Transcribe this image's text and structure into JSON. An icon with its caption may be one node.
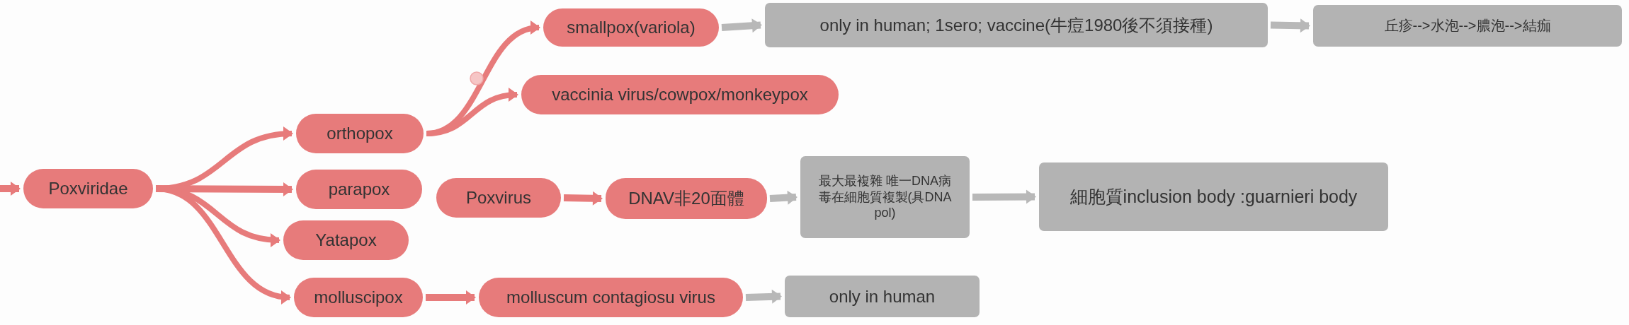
{
  "diagram": {
    "nodes": [
      {
        "text": [
          "Poxviridae"
        ]
      },
      {
        "text": [
          "orthopox"
        ]
      },
      {
        "text": [
          "parapox"
        ]
      },
      {
        "text": [
          "Yatapox"
        ]
      },
      {
        "text": [
          "molluscipox"
        ]
      },
      {
        "text": [
          "smallpox(variola)"
        ]
      },
      {
        "text": [
          "vaccinia virus/cowpox/monkeypox"
        ]
      },
      {
        "text": [
          "only in human; 1sero; vaccine(牛痘1980後不須接種)"
        ]
      },
      {
        "text": [
          "丘疹-->水泡-->膿泡-->結痂"
        ]
      },
      {
        "text": [
          "Poxvirus"
        ]
      },
      {
        "text": [
          "DNAV非20面體"
        ]
      },
      {
        "text": [
          "最大最複雜 唯一DNA病毒在細胞質複製(具DNA pol)"
        ]
      },
      {
        "text": [
          "細胞質inclusion body :guarnieri body"
        ]
      },
      {
        "text": [
          "molluscum contagiosu virus"
        ]
      },
      {
        "text": [
          "only in human"
        ]
      }
    ],
    "edges": [
      {
        "from": null,
        "to": 0,
        "arrow": "to"
      },
      {
        "from": 0,
        "to": 1,
        "arrow": "to"
      },
      {
        "from": 0,
        "to": 2,
        "arrow": "to"
      },
      {
        "from": 0,
        "to": 3,
        "arrow": "to"
      },
      {
        "from": 0,
        "to": 4,
        "arrow": "to"
      },
      {
        "from": 1,
        "to": 5,
        "arrow": "to"
      },
      {
        "from": 1,
        "to": 6,
        "arrow": "to"
      },
      {
        "from": 5,
        "to": 7,
        "arrow": "to",
        "color": "#b8b8b8"
      },
      {
        "from": 7,
        "to": 8,
        "arrow": "to",
        "color": "#b8b8b8"
      },
      {
        "from": 9,
        "to": 10,
        "arrow": "to"
      },
      {
        "from": 10,
        "to": 11,
        "arrow": "to",
        "color": "#b8b8b8"
      },
      {
        "from": 11,
        "to": 12,
        "arrow": "to",
        "color": "#b8b8b8"
      },
      {
        "from": 4,
        "to": 13,
        "arrow": "to"
      },
      {
        "from": 13,
        "to": 14,
        "arrow": "to",
        "color": "#b8b8b8"
      }
    ]
  }
}
